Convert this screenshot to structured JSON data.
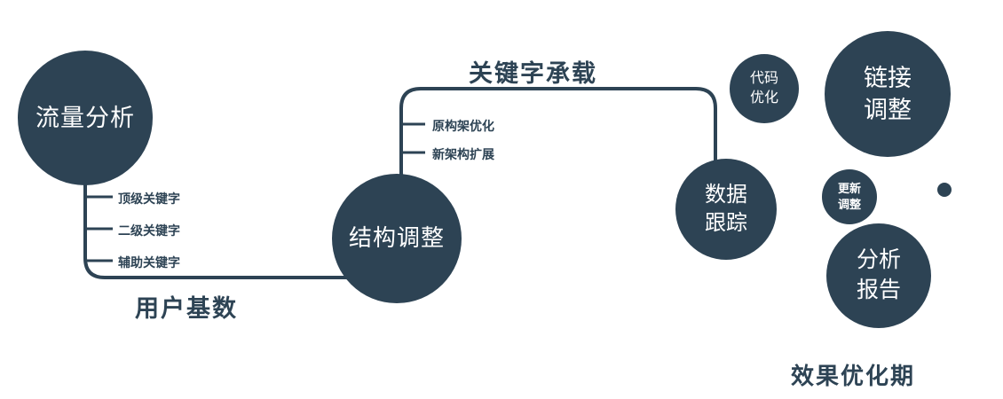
{
  "colors": {
    "accent": "#2d4354",
    "node_fill": "#2d4354",
    "text_on_node": "#ffffff",
    "background": "#ffffff"
  },
  "nodes": {
    "traffic": {
      "label": "流量分析"
    },
    "structure": {
      "label": "结构调整"
    },
    "tracking": {
      "label": "数据\n跟踪"
    },
    "code": {
      "label": "代码\n优化"
    },
    "link": {
      "label": "链接\n调整"
    },
    "update": {
      "label": "更新\n调整"
    },
    "report": {
      "label": "分析\n报告"
    }
  },
  "edge_labels": {
    "user_base": "用户基数",
    "keyword_carry": "关键字承载",
    "phase": "效果优化期"
  },
  "left_ticks": [
    "顶级关键字",
    "二级关键字",
    "辅助关键字"
  ],
  "mid_ticks": [
    "原构架优化",
    "新架构扩展"
  ]
}
